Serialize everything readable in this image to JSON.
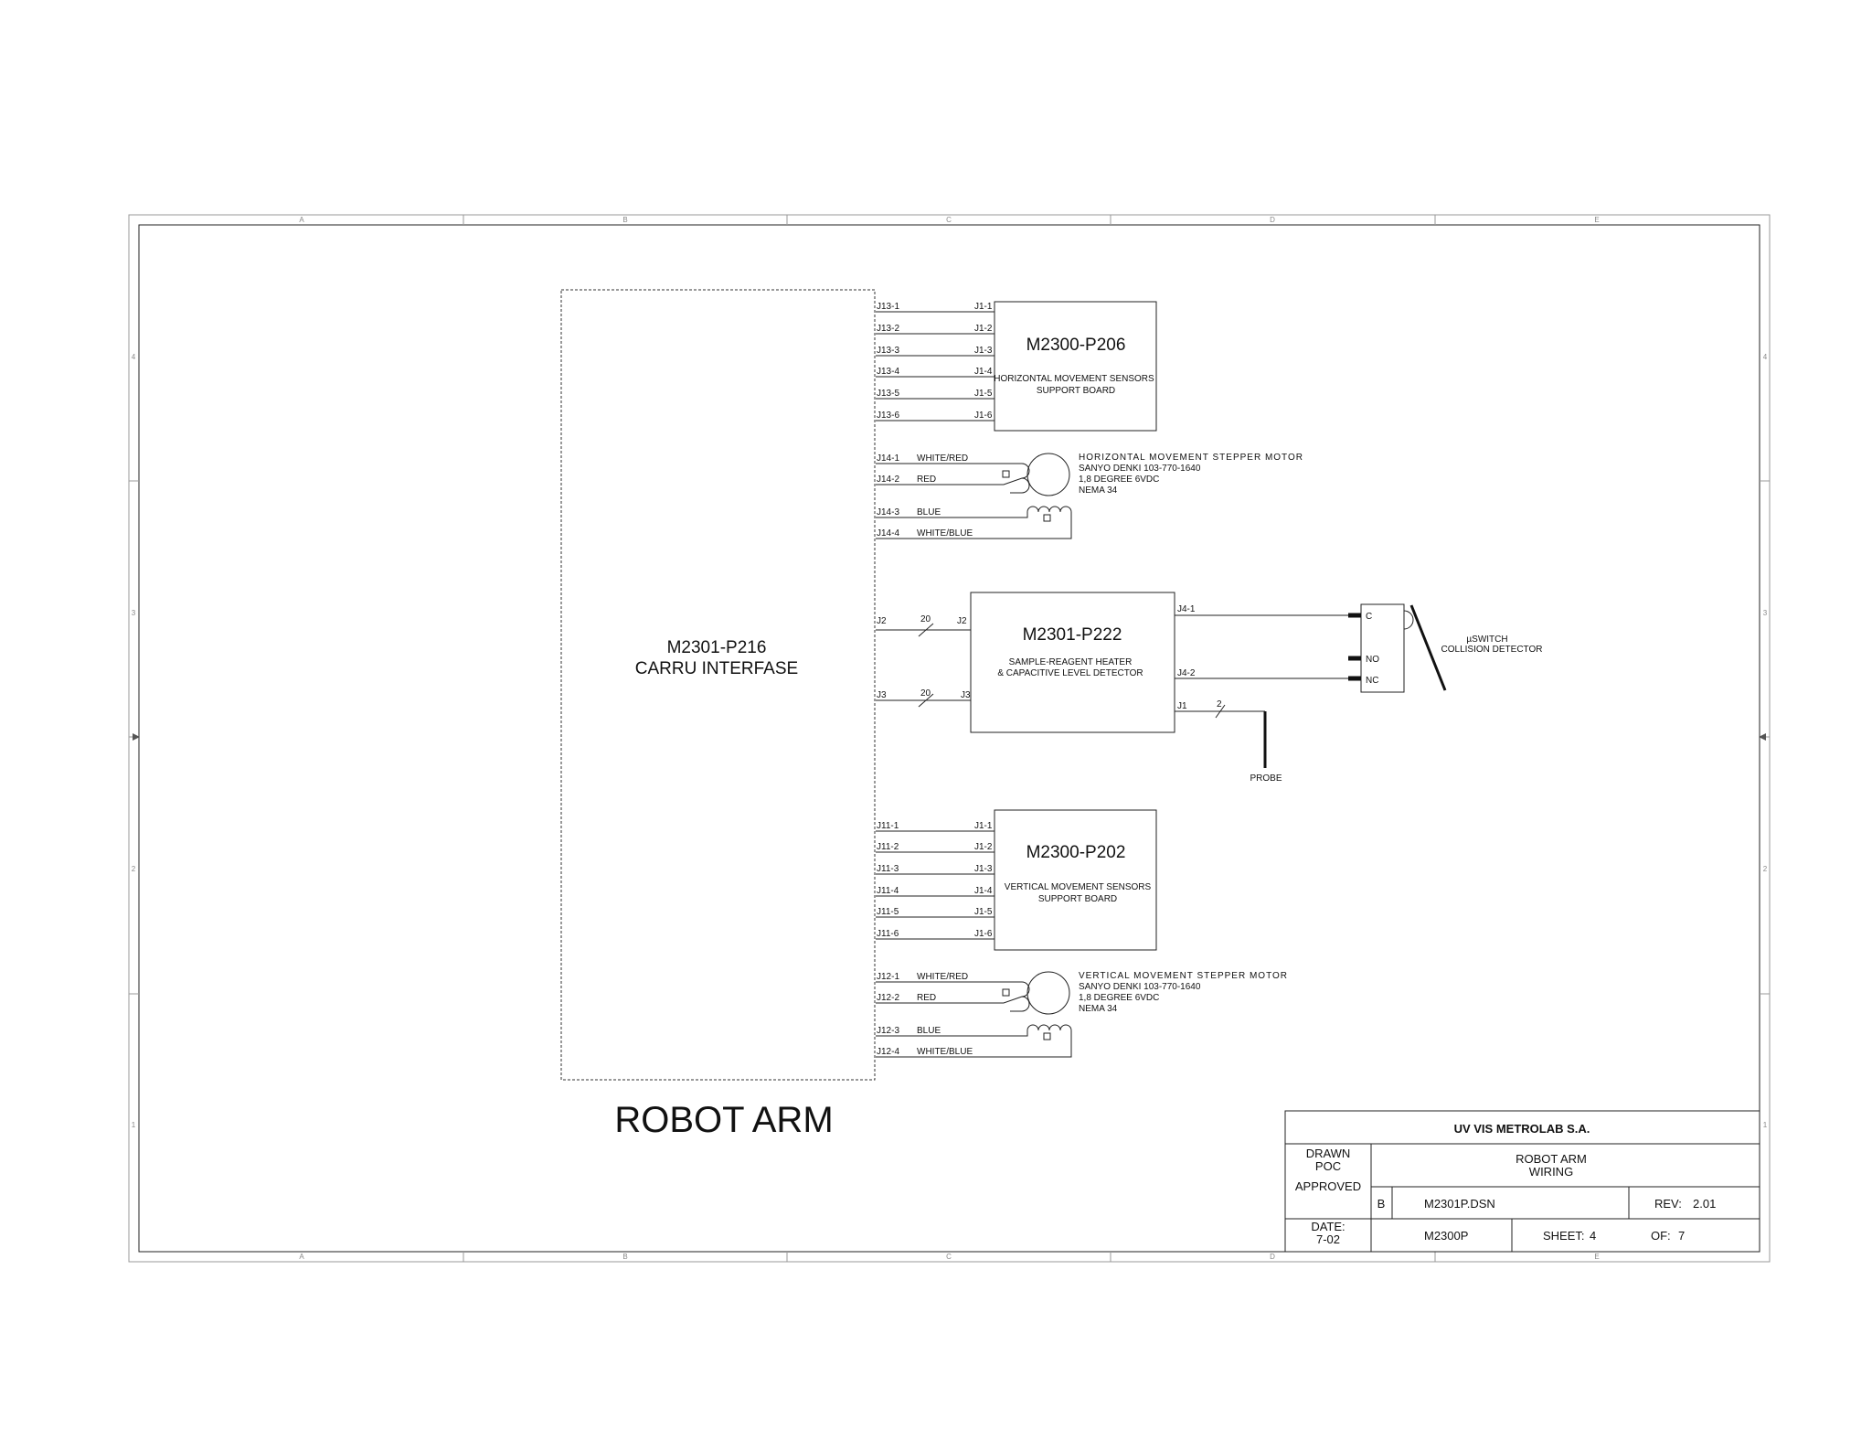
{
  "zones": {
    "columns": [
      "A",
      "B",
      "C",
      "D",
      "E"
    ],
    "rows": [
      "4",
      "3",
      "2",
      "1"
    ]
  },
  "main_block": {
    "line1": "M2301-P216",
    "line2": "CARRU INTERFASE"
  },
  "board_p206": {
    "name": "M2300-P206",
    "desc1": "HORIZONTAL MOVEMENT SENSORS",
    "desc2": "SUPPORT BOARD",
    "left_pins": [
      "J13-1",
      "J13-2",
      "J13-3",
      "J13-4",
      "J13-5",
      "J13-6"
    ],
    "right_pins": [
      "J1-1",
      "J1-2",
      "J1-3",
      "J1-4",
      "J1-5",
      "J1-6"
    ]
  },
  "motor_horizontal": {
    "pins": [
      "J14-1",
      "J14-2",
      "J14-3",
      "J14-4"
    ],
    "wires": [
      "WHITE/RED",
      "RED",
      "BLUE",
      "WHITE/BLUE"
    ],
    "desc1": "HORIZONTAL MOVEMENT STEPPER MOTOR",
    "desc2": "SANYO DENKI 103-770-1640",
    "desc3": "1,8 DEGREE 6VDC",
    "desc4": "NEMA 34"
  },
  "board_p222": {
    "name": "M2301-P222",
    "desc1": "SAMPLE-REAGENT HEATER",
    "desc2": "& CAPACITIVE LEVEL DETECTOR",
    "bus1_left": "J2",
    "bus1_right": "J2",
    "bus1_count": "20",
    "bus2_left": "J3",
    "bus2_right": "J3",
    "bus2_count": "20",
    "out1": "J4-1",
    "out2": "J4-2",
    "out3": "J1",
    "out3_count": "2"
  },
  "switch": {
    "c": "C",
    "no": "NO",
    "nc": "NC",
    "label1": "µSWITCH",
    "label2": "COLLISION DETECTOR"
  },
  "probe": {
    "label": "PROBE"
  },
  "board_p202": {
    "name": "M2300-P202",
    "desc1": "VERTICAL MOVEMENT SENSORS",
    "desc2": "SUPPORT BOARD",
    "left_pins": [
      "J11-1",
      "J11-2",
      "J11-3",
      "J11-4",
      "J11-5",
      "J11-6"
    ],
    "right_pins": [
      "J1-1",
      "J1-2",
      "J1-3",
      "J1-4",
      "J1-5",
      "J1-6"
    ]
  },
  "motor_vertical": {
    "pins": [
      "J12-1",
      "J12-2",
      "J12-3",
      "J12-4"
    ],
    "wires": [
      "WHITE/RED",
      "RED",
      "BLUE",
      "WHITE/BLUE"
    ],
    "desc1": "VERTICAL MOVEMENT STEPPER MOTOR",
    "desc2": "SANYO DENKI 103-770-1640",
    "desc3": "1,8 DEGREE 6VDC",
    "desc4": "NEMA 34"
  },
  "drawing_title": "ROBOT ARM",
  "title_block": {
    "company": "UV VIS METROLAB S.A.",
    "drawn_label": "DRAWN",
    "drawn_value": "POC",
    "approved_label": "APPROVED",
    "title1": "ROBOT ARM",
    "title2": "WIRING",
    "size": "B",
    "file": "M2301P.DSN",
    "rev_label": "REV:",
    "rev_value": "2.01",
    "date_label": "DATE:",
    "date_value": "7-02",
    "doc_number": "M2300P",
    "sheet_label": "SHEET:",
    "sheet_value": "4",
    "of_label": "OF:",
    "of_value": "7"
  }
}
